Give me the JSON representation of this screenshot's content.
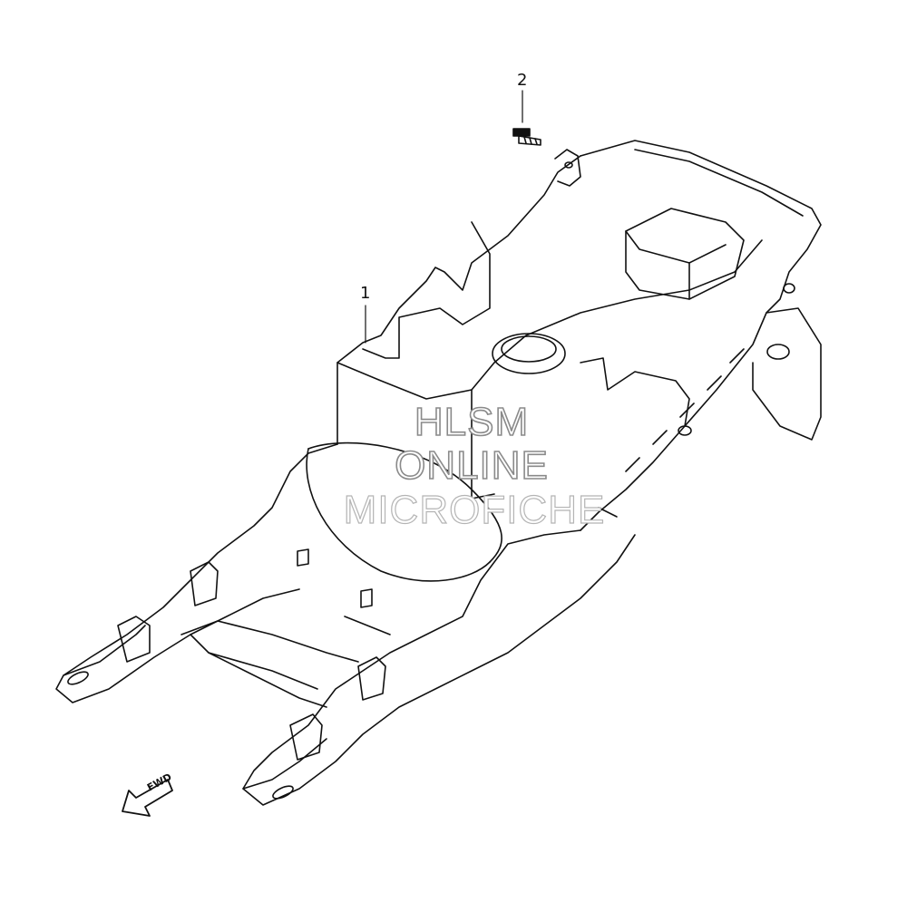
{
  "diagram": {
    "callouts": [
      {
        "id": "1",
        "label": "1"
      },
      {
        "id": "2",
        "label": "2"
      }
    ],
    "watermark": {
      "line1": "HLSM",
      "line2": "ONLINE",
      "line3": "MICROFICHE"
    },
    "direction_arrow": {
      "label": "FWD"
    },
    "colors": {
      "line": "#111111",
      "background": "#ffffff",
      "watermark_outline": "#8a8a8a"
    }
  }
}
